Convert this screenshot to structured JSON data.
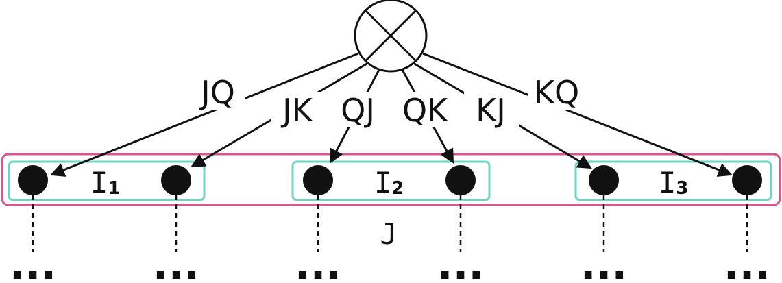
{
  "root": {
    "symbol": "⊗",
    "stroke": "#111111"
  },
  "edges": [
    {
      "label": "JQ",
      "target": "n1"
    },
    {
      "label": "JK",
      "target": "n2"
    },
    {
      "label": "QJ",
      "target": "n3"
    },
    {
      "label": "QK",
      "target": "n4"
    },
    {
      "label": "KJ",
      "target": "n5"
    },
    {
      "label": "KQ",
      "target": "n6"
    }
  ],
  "groups": {
    "outer": {
      "label": "J",
      "color": "#d9558c"
    },
    "inner": [
      {
        "letter": "I",
        "subscript": "1",
        "color": "#6fd3c4"
      },
      {
        "letter": "I",
        "subscript": "2",
        "color": "#6fd3c4"
      },
      {
        "letter": "I",
        "subscript": "3",
        "color": "#6fd3c4"
      }
    ]
  },
  "leaves": {
    "count": 6,
    "continuation": "..."
  }
}
